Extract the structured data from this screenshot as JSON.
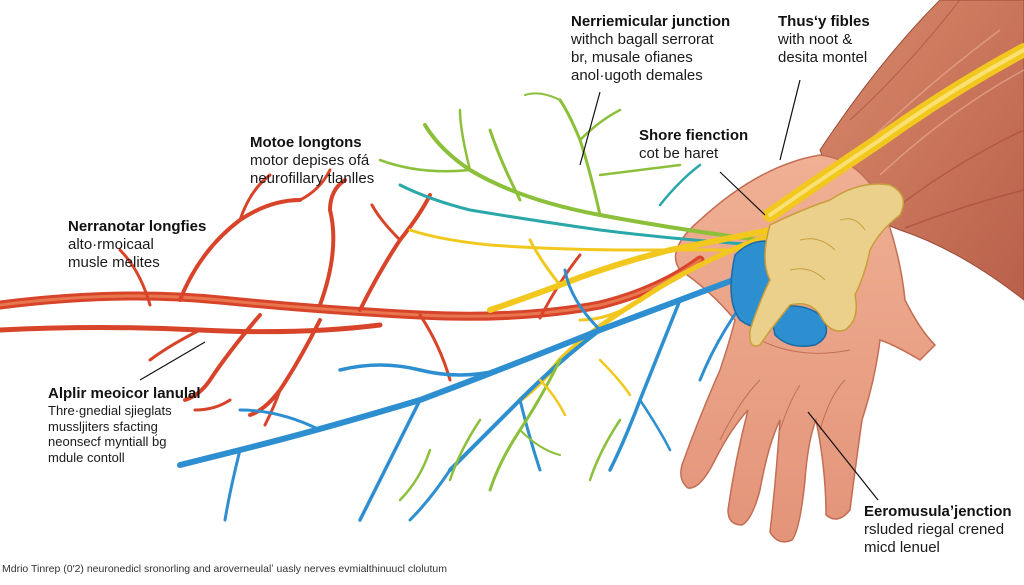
{
  "labels": {
    "neuromuscular_junction": {
      "title": "Nerriemicular junction",
      "lines": [
        "withch bagall serrorat",
        "br, musale ofianes",
        "anol·ugoth demales"
      ]
    },
    "thusy_fibles": {
      "title": "Thusʻy fibles",
      "lines": [
        "with noot &",
        "desita montel"
      ]
    },
    "motoe_longtons": {
      "title": "Motoe longtons",
      "lines": [
        "motor depises ofá",
        "neurofillary tlanlles"
      ]
    },
    "shore_fienction": {
      "title": "Shore fienction",
      "lines": [
        "cot be haret"
      ]
    },
    "nerranotar_longfies": {
      "title": "Nerranotar longfies",
      "lines": [
        "alto·rmoicaal",
        "musle melites"
      ]
    },
    "alplir_meoicor": {
      "title": "Alplir meoicor lanulal",
      "lines": [
        "Thre·gnedial sjieglats",
        "mussljiters sfacting",
        "neonsecf myntiall b́g",
        "mdule contoll"
      ]
    },
    "eeromusula_jenction": {
      "title": "Eeromusulaʼjenction",
      "lines": [
        "rsluded riegal crened",
        "micd lenuel"
      ]
    }
  },
  "caption": "Mdrio Tinrep (0′2) neuronedicl sronorling and aroverneulalʼ uasly nerves evmialthinuucl clolutum",
  "colors": {
    "artery": "#d8442a",
    "nerve_yellow": "#f2c81e",
    "nerve_green": "#8cbf3a",
    "nerve_blue": "#2e8fd0",
    "skin": "#e9a487",
    "muscle": "#c9705a"
  }
}
